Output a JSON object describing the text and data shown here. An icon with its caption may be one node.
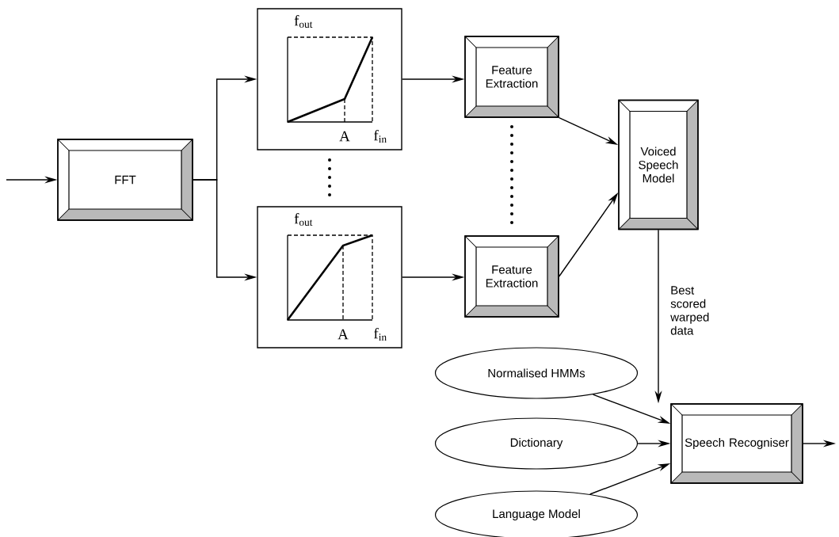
{
  "diagram": {
    "nodes": [
      {
        "text": [
          "FFT"
        ]
      },
      {
        "text": [
          "f$_{out}$",
          "A",
          "f$_{in}$"
        ]
      },
      {
        "text": [
          "f$_{out}$",
          "A",
          "f$_{in}$"
        ]
      },
      {
        "text": [
          "Feature Extraction"
        ]
      },
      {
        "text": [
          "Feature Extraction"
        ]
      },
      {
        "text": [
          "Voiced Speech Model"
        ]
      },
      {
        "text": [
          "Normalised HMMs"
        ]
      },
      {
        "text": [
          "Dictionary"
        ]
      },
      {
        "text": [
          "Language Model"
        ]
      },
      {
        "text": [
          "Speech Recogniser"
        ]
      }
    ],
    "edges": [
      {
        "from": null,
        "to": 0,
        "arrow": "to"
      },
      {
        "from": 0,
        "to": 1,
        "arrow": "to"
      },
      {
        "from": 0,
        "to": 2,
        "arrow": "to"
      },
      {
        "from": 1,
        "to": 3,
        "arrow": "to"
      },
      {
        "from": 2,
        "to": 4,
        "arrow": "to"
      },
      {
        "from": 3,
        "to": 5,
        "arrow": "to"
      },
      {
        "from": 4,
        "to": 5,
        "arrow": "to"
      },
      {
        "from": 5,
        "to": 9,
        "arrow": "to",
        "label": "Best scored warped data"
      },
      {
        "from": 6,
        "to": 9,
        "arrow": "to"
      },
      {
        "from": 7,
        "to": 9,
        "arrow": "to"
      },
      {
        "from": 8,
        "to": 9,
        "arrow": "to"
      },
      {
        "from": 9,
        "to": null,
        "arrow": "to"
      }
    ]
  }
}
